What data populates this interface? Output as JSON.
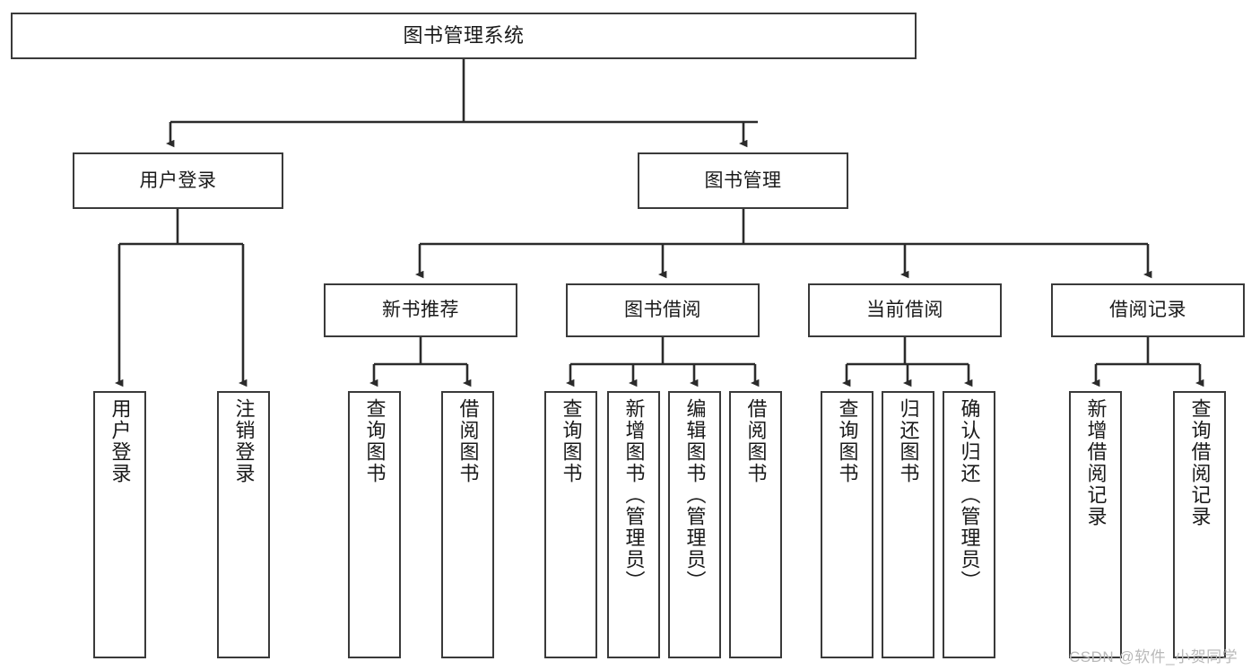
{
  "diagram": {
    "title": "图书管理系统",
    "type": "tree-hierarchy-chart",
    "watermark": "CSDN @软件_小贺同学",
    "colors": {
      "box_border": "#3a3a3a",
      "connector": "#2b2b2b",
      "background": "#ffffff",
      "text": "#1a1a1a",
      "watermark": "#b9b9b9"
    },
    "root": {
      "label": "图书管理系统"
    },
    "level2": [
      {
        "label": "用户登录"
      },
      {
        "label": "图书管理"
      }
    ],
    "level3": [
      {
        "label": "新书推荐"
      },
      {
        "label": "图书借阅"
      },
      {
        "label": "当前借阅"
      },
      {
        "label": "借阅记录"
      }
    ],
    "leaves": {
      "user_login": [
        {
          "label": "用户登录"
        },
        {
          "label": "注销登录"
        }
      ],
      "new_book_recommend": [
        {
          "label": "查询图书"
        },
        {
          "label": "借阅图书"
        }
      ],
      "book_borrow": [
        {
          "label": "查询图书"
        },
        {
          "label": "新增图书（管理员）"
        },
        {
          "label": "编辑图书（管理员）"
        },
        {
          "label": "借阅图书"
        }
      ],
      "current_borrow": [
        {
          "label": "查询图书"
        },
        {
          "label": "归还图书"
        },
        {
          "label": "确认归还（管理员）"
        }
      ],
      "borrow_record": [
        {
          "label": "新增借阅记录"
        },
        {
          "label": "查询借阅记录"
        }
      ]
    }
  }
}
